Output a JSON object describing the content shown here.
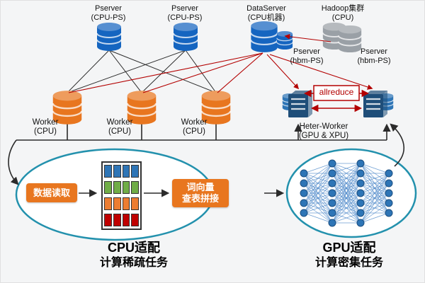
{
  "colors": {
    "blue-db": "#1565c0",
    "gray-db": "#9aa0a6",
    "orange-db": "#e8761f",
    "server-blue": "#1f4e79",
    "server-blue-light": "#2e75b6",
    "red-line": "#b30000",
    "teal-ellipse": "#2391ad",
    "nn-blue": "#2e75b6",
    "btn-orange": "#e8761f",
    "line-black": "#2b2b2b",
    "band-blue": "#2e75b6",
    "band-green": "#70ad47",
    "band-orange": "#ed7d31",
    "band-red": "#c00000"
  },
  "top_servers": {
    "pserver1": {
      "line1": "Pserver",
      "line2": "(CPU-PS)"
    },
    "pserver2": {
      "line1": "Pserver",
      "line2": "(CPU-PS)"
    },
    "dataserver": {
      "line1": "DataServer",
      "line2": "(CPU机器)"
    },
    "hadoop": {
      "line1": "Hadoop集群",
      "line2": "(CPU)"
    }
  },
  "hbm_servers": {
    "left": {
      "line1": "Pserver",
      "line2": "(hbm-PS)"
    },
    "right": {
      "line1": "Pserver",
      "line2": "(hbm-PS)"
    }
  },
  "workers": [
    {
      "line1": "Worker",
      "line2": "(CPU)"
    },
    {
      "line1": "Worker",
      "line2": "(CPU)"
    },
    {
      "line1": "Worker",
      "line2": "(CPU)"
    }
  ],
  "heter_worker": {
    "line1": "Heter-Worker",
    "line2": "(GPU & XPU)"
  },
  "allreduce_label": "allreduce",
  "cpu_pipeline": {
    "read_button": "数据读取",
    "lookup_button_line1": "词向量",
    "lookup_button_line2": "查表拼接"
  },
  "captions": {
    "cpu": {
      "line1": "CPU适配",
      "line2": "计算稀疏任务"
    },
    "gpu": {
      "line1": "GPU适配",
      "line2": "计算密集任务"
    }
  },
  "network": {
    "layers": [
      5,
      7,
      7,
      5
    ]
  }
}
